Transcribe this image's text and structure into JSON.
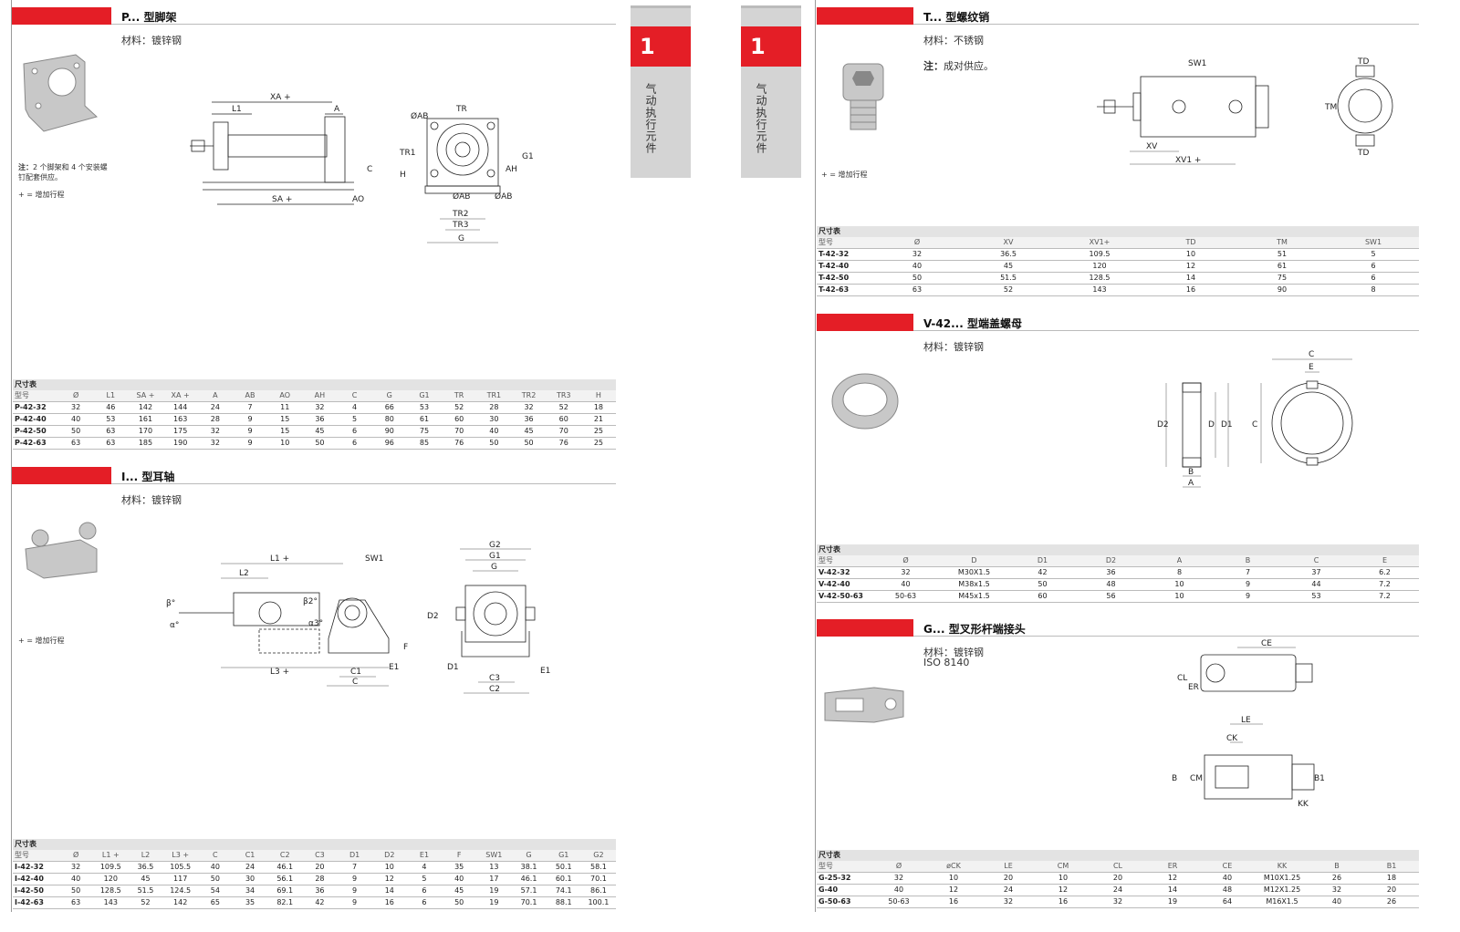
{
  "tabs": [
    {
      "number": "1",
      "label": "气动执行元件"
    },
    {
      "number": "1",
      "label": "气动执行元件"
    }
  ],
  "sections": {
    "p": {
      "title": "P... 型脚架",
      "material": "材料：镀锌钢",
      "note_label": "注：",
      "note_text": "2 个脚架和 4 个安装螺钉配套供应。",
      "plus_note": "+ = 增加行程",
      "drawing_labels": [
        "XA +",
        "L1",
        "A",
        "SA +",
        "AO",
        "C",
        "TR",
        "ØAB",
        "TR1",
        "H",
        "AH",
        "G1",
        "ØAB",
        "ØAB",
        "TR2",
        "TR3",
        "G"
      ],
      "table": {
        "caption": "尺寸表",
        "headers": [
          "型号",
          "Ø",
          "L1",
          "SA +",
          "XA +",
          "A",
          "AB",
          "AO",
          "AH",
          "C",
          "G",
          "G1",
          "TR",
          "TR1",
          "TR2",
          "TR3",
          "H"
        ],
        "rows": [
          [
            "P-42-32",
            "32",
            "46",
            "142",
            "144",
            "24",
            "7",
            "11",
            "32",
            "4",
            "66",
            "53",
            "52",
            "28",
            "32",
            "52",
            "18"
          ],
          [
            "P-42-40",
            "40",
            "53",
            "161",
            "163",
            "28",
            "9",
            "15",
            "36",
            "5",
            "80",
            "61",
            "60",
            "30",
            "36",
            "60",
            "21"
          ],
          [
            "P-42-50",
            "50",
            "63",
            "170",
            "175",
            "32",
            "9",
            "15",
            "45",
            "6",
            "90",
            "75",
            "70",
            "40",
            "45",
            "70",
            "25"
          ],
          [
            "P-42-63",
            "63",
            "63",
            "185",
            "190",
            "32",
            "9",
            "10",
            "50",
            "6",
            "96",
            "85",
            "76",
            "50",
            "50",
            "76",
            "25"
          ]
        ]
      }
    },
    "i": {
      "title": "I... 型耳轴",
      "material": "材料：镀锌钢",
      "plus_note": "+ = 增加行程",
      "drawing_labels": [
        "L1 +",
        "SW1",
        "L2",
        "β°",
        "α°",
        "β2°",
        "α3°",
        "L3 +",
        "C1",
        "C",
        "F",
        "E1",
        "G2",
        "G1",
        "G",
        "D2",
        "D1",
        "C3",
        "C2",
        "E1"
      ],
      "table": {
        "caption": "尺寸表",
        "headers": [
          "型号",
          "Ø",
          "L1 +",
          "L2",
          "L3 +",
          "C",
          "C1",
          "C2",
          "C3",
          "D1",
          "D2",
          "E1",
          "F",
          "SW1",
          "G",
          "G1",
          "G2"
        ],
        "rows": [
          [
            "I-42-32",
            "32",
            "109.5",
            "36.5",
            "105.5",
            "40",
            "24",
            "46.1",
            "20",
            "7",
            "10",
            "4",
            "35",
            "13",
            "38.1",
            "50.1",
            "58.1"
          ],
          [
            "I-42-40",
            "40",
            "120",
            "45",
            "117",
            "50",
            "30",
            "56.1",
            "28",
            "9",
            "12",
            "5",
            "40",
            "17",
            "46.1",
            "60.1",
            "70.1"
          ],
          [
            "I-42-50",
            "50",
            "128.5",
            "51.5",
            "124.5",
            "54",
            "34",
            "69.1",
            "36",
            "9",
            "14",
            "6",
            "45",
            "19",
            "57.1",
            "74.1",
            "86.1"
          ],
          [
            "I-42-63",
            "63",
            "143",
            "52",
            "142",
            "65",
            "35",
            "82.1",
            "42",
            "9",
            "16",
            "6",
            "50",
            "19",
            "70.1",
            "88.1",
            "100.1"
          ]
        ]
      }
    },
    "t": {
      "title": "T... 型螺纹销",
      "material": "材料：不锈钢",
      "note_label": "注：",
      "note_text": "成对供应。",
      "plus_note": "+ = 增加行程",
      "drawing_labels": [
        "SW1",
        "XV",
        "XV1 +",
        "TD",
        "TM",
        "TD"
      ],
      "table": {
        "caption": "尺寸表",
        "headers": [
          "型号",
          "Ø",
          "XV",
          "XV1+",
          "TD",
          "TM",
          "SW1"
        ],
        "rows": [
          [
            "T-42-32",
            "32",
            "36.5",
            "109.5",
            "10",
            "51",
            "5"
          ],
          [
            "T-42-40",
            "40",
            "45",
            "120",
            "12",
            "61",
            "6"
          ],
          [
            "T-42-50",
            "50",
            "51.5",
            "128.5",
            "14",
            "75",
            "6"
          ],
          [
            "T-42-63",
            "63",
            "52",
            "143",
            "16",
            "90",
            "8"
          ]
        ]
      }
    },
    "v": {
      "title": "V-42... 型端盖螺母",
      "material": "材料：镀锌钢",
      "drawing_labels": [
        "D2",
        "D",
        "D1",
        "B",
        "A",
        "C",
        "E",
        "C"
      ],
      "table": {
        "caption": "尺寸表",
        "headers": [
          "型号",
          "Ø",
          "D",
          "D1",
          "D2",
          "A",
          "B",
          "C",
          "E"
        ],
        "rows": [
          [
            "V-42-32",
            "32",
            "M30X1.5",
            "42",
            "36",
            "8",
            "7",
            "37",
            "6.2"
          ],
          [
            "V-42-40",
            "40",
            "M38x1.5",
            "50",
            "48",
            "10",
            "9",
            "44",
            "7.2"
          ],
          [
            "V-42-50-63",
            "50-63",
            "M45x1.5",
            "60",
            "56",
            "10",
            "9",
            "53",
            "7.2"
          ]
        ]
      }
    },
    "g": {
      "title": "G... 型叉形杆端接头",
      "material": "材料：镀锌钢",
      "standard": "ISO 8140",
      "drawing_labels": [
        "CE",
        "CL",
        "ER",
        "LE",
        "CK",
        "B",
        "CM",
        "KK",
        "B1"
      ],
      "table": {
        "caption": "尺寸表",
        "headers": [
          "型号",
          "Ø",
          "øCK",
          "LE",
          "CM",
          "CL",
          "ER",
          "CE",
          "KK",
          "B",
          "B1"
        ],
        "rows": [
          [
            "G-25-32",
            "32",
            "10",
            "20",
            "10",
            "20",
            "12",
            "40",
            "M10X1.25",
            "26",
            "18"
          ],
          [
            "G-40",
            "40",
            "12",
            "24",
            "12",
            "24",
            "14",
            "48",
            "M12X1.25",
            "32",
            "20"
          ],
          [
            "G-50-63",
            "50-63",
            "16",
            "32",
            "16",
            "32",
            "19",
            "64",
            "M16X1.5",
            "40",
            "26"
          ]
        ]
      }
    }
  },
  "colors": {
    "accent": "#e41e26",
    "tab_grey": "#d4d4d4",
    "table_caption": "#e3e3e3"
  }
}
